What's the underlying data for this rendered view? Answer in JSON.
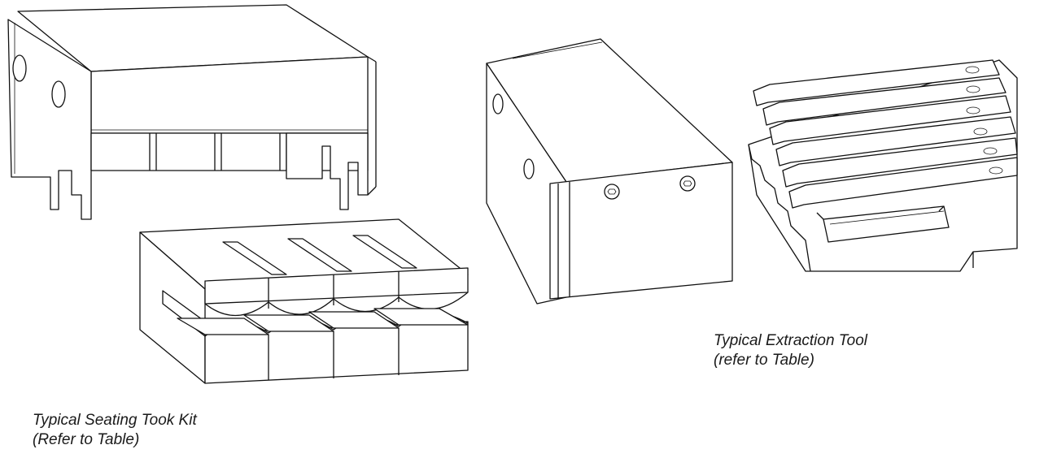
{
  "captions": {
    "seating_line1": "Typical Seating Took Kit",
    "seating_line2": "(Refer to Table)",
    "extraction_line1": "Typical Extraction Tool",
    "extraction_line2": "(refer to Table)"
  },
  "colors": {
    "line": "#111111",
    "background": "#ffffff"
  }
}
